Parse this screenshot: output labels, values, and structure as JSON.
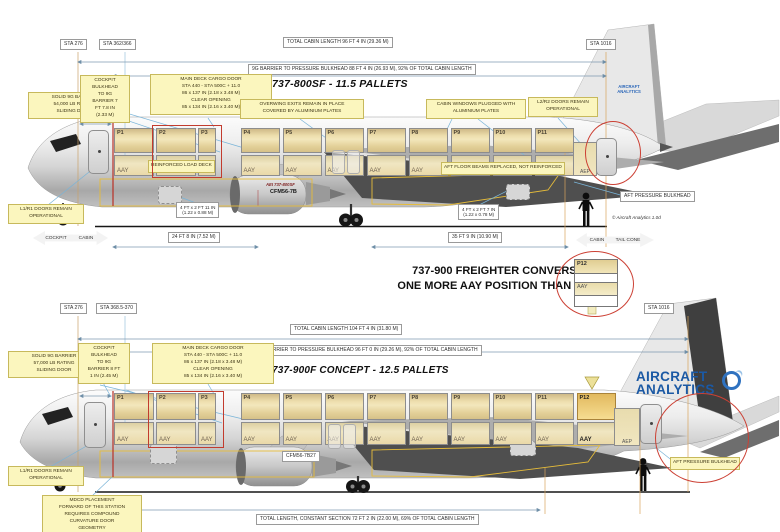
{
  "credit": "© Aircraft Analytics  1.0d",
  "logo": {
    "line1": "AIRCRAFT",
    "line2": "ANALYTICS"
  },
  "center": {
    "title_line1": "737-900 FREIGHTER CONVERSION:",
    "title_line2": "ONE MORE AAY POSITION THAN 737-800",
    "mini_panel": {
      "position": "P12",
      "container": "AAY"
    }
  },
  "top": {
    "title": "737-800SF - 11.5 PALLETS",
    "sta_left": "STA 276",
    "sta_mid": "STA 362/366",
    "sta_right": "STA 1016",
    "dim_total": "TOTAL CABIN LENGTH 96 FT 4 IN (29.36 M)",
    "dim_barrier": "9G BARRIER TO PRESSURE BULKHEAD 88 FT 4 IN (26.93 M), 92% OF TOTAL CABIN LENGTH",
    "note_barrier": "SOLID 9G BARRIER\n54,000 LB RATING\nSLIDING DOOR",
    "note_cockpit": "COCKPIT\nBULKHEAD\nTO 9G\nBARRIER 7\nFT 7.8 IN\n(2.33 M)",
    "note_mdcd": "MAIN DECK CARGO DOOR\nSTA 440  -  STA 500C + 11.0\n86 x 137 IN (2.18 x 3.48 M)\nCLEAR OPENING\n85 x 134 IN (2.16 x 3.40 M)",
    "note_overwing": "OVERWING EXITS REMAIN IN PLACE\nCOVERED BY ALUMINIUM PLATES",
    "note_windows": "CABIN WINDOWS PLUGGED WITH\nALUMINIUM PLATES",
    "note_doors_aft": "L2/R2 DOORS REMAIN\nOPERATIONAL",
    "note_doors_fwd": "L1/R1 DOORS REMAIN\nOPERATIONAL",
    "note_deck": "REINFORCED LOAD DECK",
    "note_floor": "AFT FLOOR BEAMS REPLACED, NOT REINFORCED",
    "engine_line1": "AEI 737-800SF",
    "engine_line2": "CFM56-7B",
    "door_fwd": "4 FT x 2 FT 11 IN\n(1.22 x 0.88 M)",
    "door_aft": "4 FT x 2 FT 7 IN\n(1.22 x 0.78 M)",
    "dim_gear": "24 FT 8 IN  (7.52 M)",
    "dim_aft": "35 FT 9 IN  (10.90 M)",
    "aft_bulkhead": "AFT PRESSURE BULKHEAD",
    "arrow_cockpit": "COCKPIT",
    "arrow_cabin_fwd": "CABIN",
    "arrow_cabin_aft": "CABIN",
    "arrow_tail": "TAIL CONE",
    "aep": "AEP",
    "positions": [
      {
        "p": "P1",
        "c": "AAY"
      },
      {
        "p": "P2",
        "c": "AAY"
      },
      {
        "p": "P3",
        "c": "AAY"
      },
      {
        "p": "P4",
        "c": "AAY"
      },
      {
        "p": "P5",
        "c": "AAY"
      },
      {
        "p": "P6",
        "c": "AAY"
      },
      {
        "p": "P7",
        "c": "AAY"
      },
      {
        "p": "P8",
        "c": "AAY"
      },
      {
        "p": "P9",
        "c": "AAY"
      },
      {
        "p": "P10",
        "c": "AAY"
      },
      {
        "p": "P11",
        "c": "AAY"
      }
    ]
  },
  "bottom": {
    "title": "737-900F CONCEPT - 12.5 PALLETS",
    "sta_left": "STA 276",
    "sta_mid": "STA 368.5-370",
    "sta_right": "STA 1016",
    "dim_total": "TOTAL CABIN LENGTH 104 FT 4 IN (31.80 M)",
    "dim_barrier": "9G BARRIER TO PRESSURE BULKHEAD 96 FT 0 IN (29.26 M), 92% OF TOTAL CABIN LENGTH",
    "note_barrier": "SOLID 9G BARRIER\n57,000 LB RATING\nSLIDING DOOR",
    "note_cockpit": "COCKPIT\nBULKHEAD\nTO 9G\nBARRIER 8 FT\n1 IN (2.45 M)",
    "note_mdcd": "MAIN DECK CARGO DOOR\nSTA 440  -  STA 500C + 11.0\n86 x 137 IN (2.18 x 3.48 M)\nCLEAR OPENING\n85 x 134 IN (2.16 x 3.40 M)",
    "note_doors_fwd": "L1/R1 DOORS REMAIN\nOPERATIONAL",
    "note_mdcd_placement": "MDCD PLACEMENT\nFORWARD OF THIS STATION\nREQUIRES COMPOUND\nCURVATURE DOOR\nGEOMETRY",
    "engine_label": "CFM56-7B27",
    "aft_bulkhead": "AFT PRESSURE BULKHEAD",
    "dim_length": "TOTAL LENGTH, CONSTANT SECTION 72 FT 2 IN (22.00 M), 69% OF TOTAL CABIN LENGTH",
    "aep": "AEP",
    "positions": [
      {
        "p": "P1",
        "c": "AAY"
      },
      {
        "p": "P2",
        "c": "AAY"
      },
      {
        "p": "P3",
        "c": "AAY"
      },
      {
        "p": "P4",
        "c": "AAY"
      },
      {
        "p": "P5",
        "c": "AAY"
      },
      {
        "p": "P6",
        "c": "AAY"
      },
      {
        "p": "P7",
        "c": "AAY"
      },
      {
        "p": "P8",
        "c": "AAY"
      },
      {
        "p": "P9",
        "c": "AAY"
      },
      {
        "p": "P10",
        "c": "AAY"
      },
      {
        "p": "P11",
        "c": "AAY"
      },
      {
        "p": "P12",
        "c": "AAY",
        "hl": true
      }
    ]
  }
}
